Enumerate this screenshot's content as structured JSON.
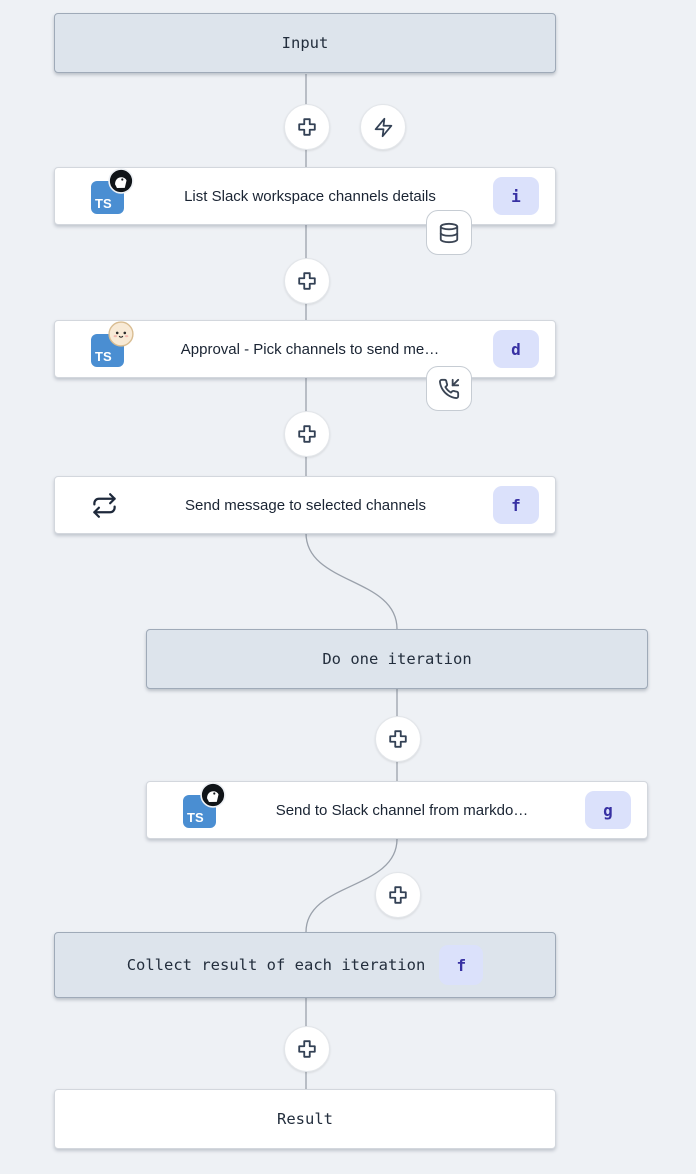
{
  "colors": {
    "canvas_background": "#eef1f5",
    "header_fill": "#dde4ec",
    "header_border": "#9faab8",
    "node_fill": "#ffffff",
    "badge_background": "#dbe1fb",
    "badge_text": "#3730a3",
    "connector": "#9aa1ab",
    "typescript_blue": "#4a8ed2"
  },
  "flow": {
    "input": {
      "label": "Input"
    },
    "step_list_channels": {
      "label": "List Slack workspace channels details",
      "badge": "i",
      "lang_label": "TS"
    },
    "step_approval": {
      "label": "Approval - Pick channels to send me…",
      "badge": "d",
      "lang_label": "TS"
    },
    "step_forloop": {
      "label": "Send message to selected channels",
      "badge": "f"
    },
    "iteration": {
      "label": "Do one iteration"
    },
    "step_send_markdown": {
      "label": "Send to Slack channel from markdo…",
      "badge": "g",
      "lang_label": "TS"
    },
    "collect": {
      "label": "Collect result of each iteration",
      "badge": "f"
    },
    "result": {
      "label": "Result"
    },
    "icons": {
      "add": "plus-icon",
      "trigger": "zap-icon",
      "cache": "database-icon",
      "suspend": "phone-incoming-icon",
      "loop": "repeat-icon",
      "deno": "deno-icon",
      "bun": "bun-icon"
    }
  }
}
